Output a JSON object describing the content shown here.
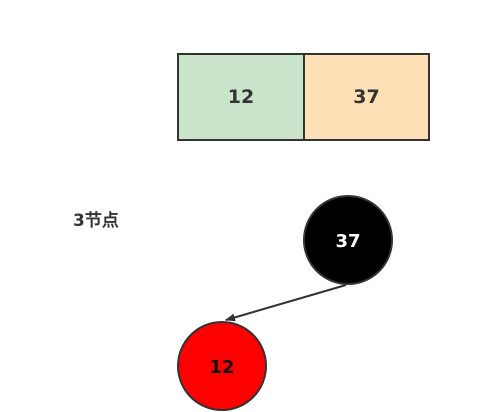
{
  "node_block": {
    "keys": [
      {
        "label": "12",
        "fill": "#c9e4cb"
      },
      {
        "label": "37",
        "fill": "#ffdfb5"
      }
    ]
  },
  "label": "3节点",
  "tree": {
    "parent": {
      "label": "37",
      "fill": "#000000",
      "text_color": "#ffffff"
    },
    "child": {
      "label": "12",
      "fill": "#ff0000",
      "text_color": "#111111"
    }
  },
  "colors": {
    "border": "#333333",
    "edge": "#333333"
  }
}
